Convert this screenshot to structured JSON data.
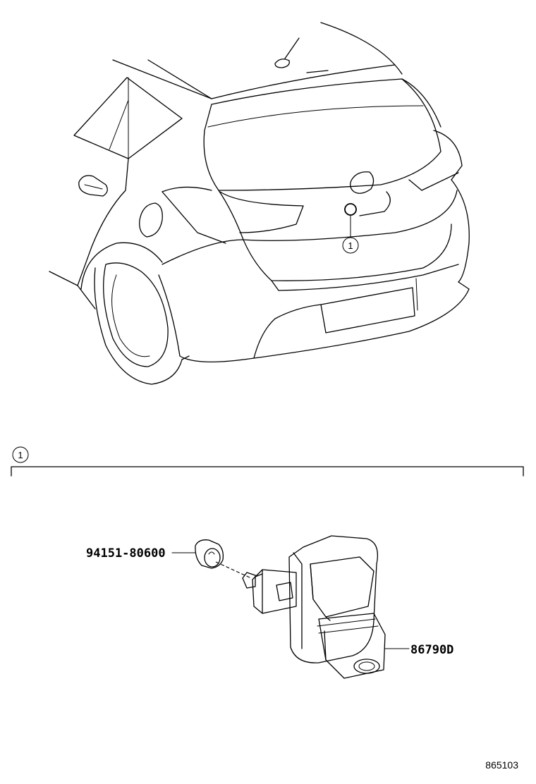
{
  "vehicle_view": {
    "callout_number": "1"
  },
  "detail_section": {
    "callout_number": "1"
  },
  "parts": [
    {
      "part_number": "94151-80600"
    },
    {
      "part_number": "86790D"
    }
  ],
  "diagram_ref": "865103"
}
